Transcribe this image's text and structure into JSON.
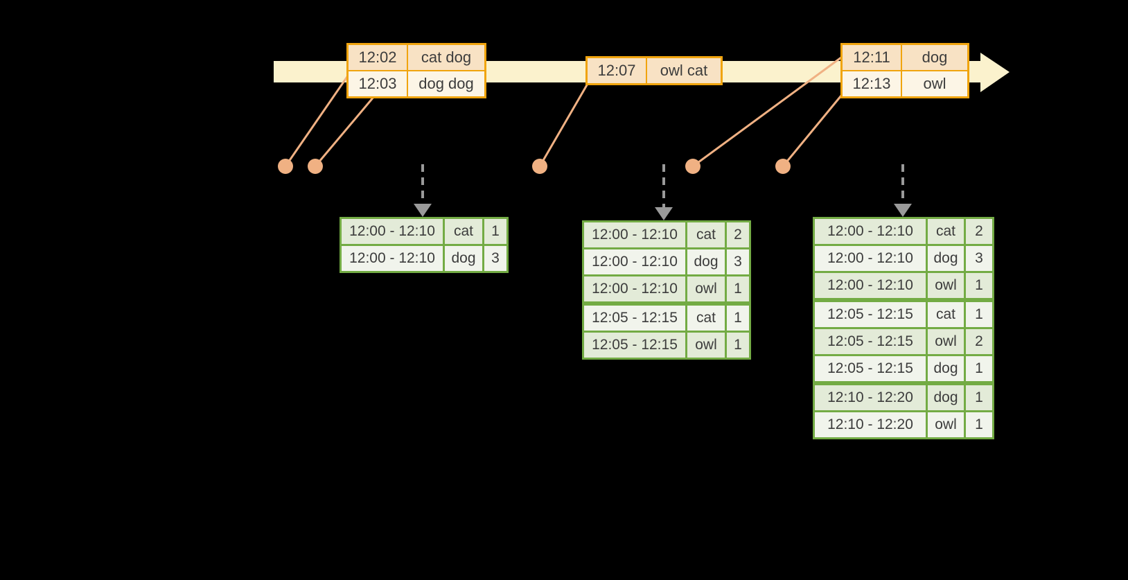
{
  "colors": {
    "bg": "#000000",
    "band": "#FBF2CD",
    "orange_border": "#F0A40E",
    "peach": "#F8E2C4",
    "cream": "#FCF5E6",
    "event_accent": "#F0B183",
    "arrow_gray": "#9A9A9A",
    "green_border": "#73AB44",
    "green_dark": "#E3EBD8",
    "green_light": "#F1F4EC",
    "ink": "#3C3C3C"
  },
  "timeline": {
    "name": "event-time arrow"
  },
  "input_tables": [
    {
      "rows": [
        [
          "12:02",
          "cat dog"
        ],
        [
          "12:03",
          "dog dog"
        ]
      ]
    },
    {
      "rows": [
        [
          "12:07",
          "owl cat"
        ]
      ]
    },
    {
      "rows": [
        [
          "12:11",
          "dog"
        ],
        [
          "12:13",
          "owl"
        ]
      ]
    }
  ],
  "result_tables": [
    {
      "rows": [
        [
          "12:00 - 12:10",
          "cat",
          "1"
        ],
        [
          "12:00 - 12:10",
          "dog",
          "3"
        ]
      ]
    },
    {
      "rows": [
        [
          "12:00 - 12:10",
          "cat",
          "2"
        ],
        [
          "12:00 - 12:10",
          "dog",
          "3"
        ],
        [
          "12:00 - 12:10",
          "owl",
          "1"
        ],
        [
          "12:05 - 12:15",
          "cat",
          "1"
        ],
        [
          "12:05 - 12:15",
          "owl",
          "1"
        ]
      ]
    },
    {
      "rows": [
        [
          "12:00 - 12:10",
          "cat",
          "2"
        ],
        [
          "12:00 - 12:10",
          "dog",
          "3"
        ],
        [
          "12:00 - 12:10",
          "owl",
          "1"
        ],
        [
          "12:05 - 12:15",
          "cat",
          "1"
        ],
        [
          "12:05 - 12:15",
          "owl",
          "2"
        ],
        [
          "12:05 - 12:15",
          "dog",
          "1"
        ],
        [
          "12:10 - 12:20",
          "dog",
          "1"
        ],
        [
          "12:10 - 12:20",
          "owl",
          "1"
        ]
      ]
    }
  ]
}
